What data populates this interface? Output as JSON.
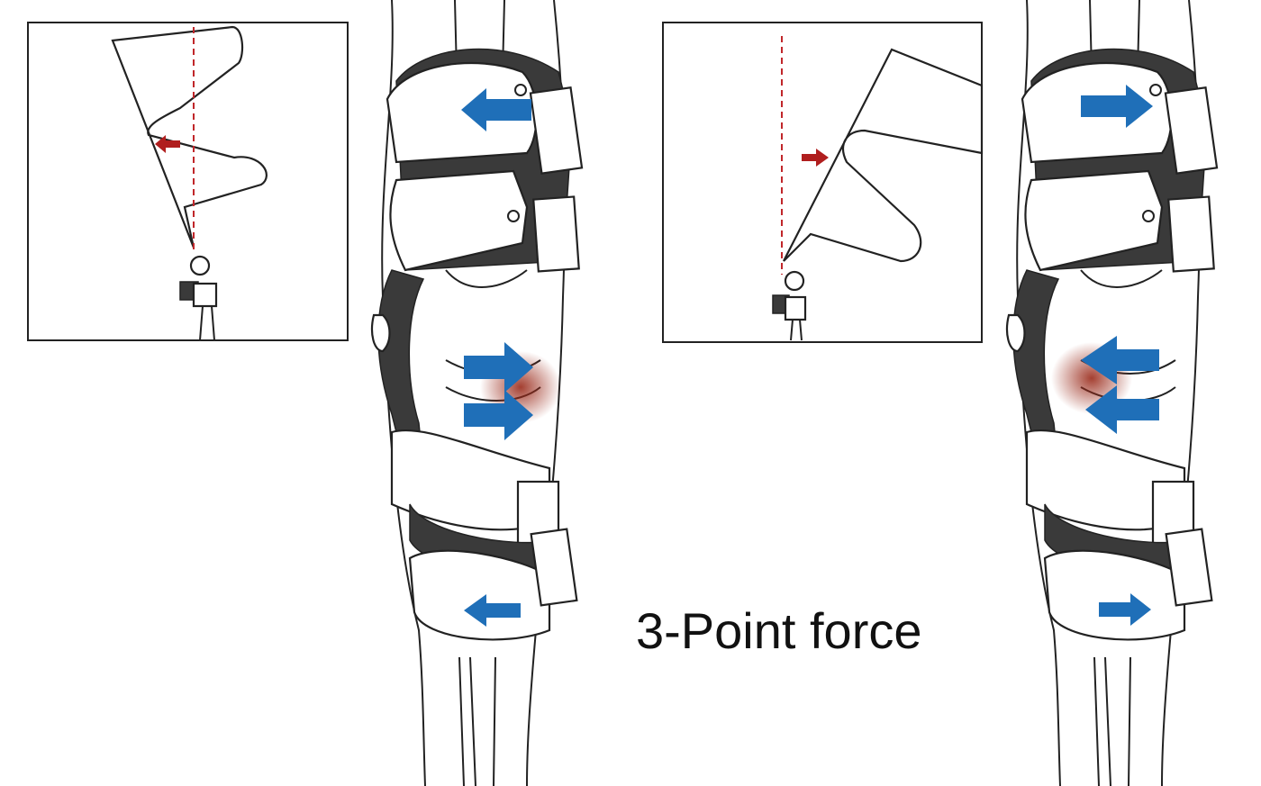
{
  "caption": "3-Point force",
  "colors": {
    "force_arrow": "#1f6fb8",
    "alignment_arrow": "#b01e1e",
    "pain_glow": "#9a2a1a"
  },
  "panels": [
    {
      "name": "varus-correction",
      "knee_force_direction": "right",
      "end_force_direction": "left"
    },
    {
      "name": "valgus-correction",
      "knee_force_direction": "left",
      "end_force_direction": "right"
    }
  ]
}
